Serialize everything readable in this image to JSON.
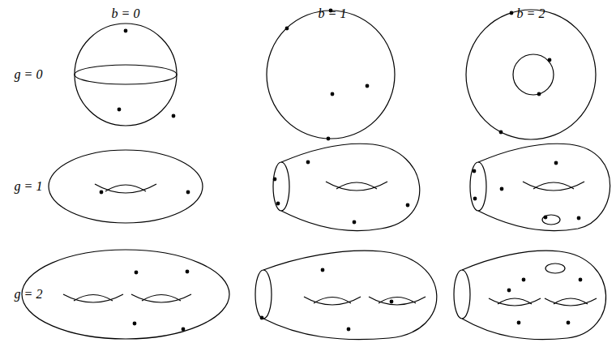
{
  "diagram": {
    "labels": [
      "b = 0",
      "b = 1",
      "b = 2",
      "g = 0",
      "g = 1",
      "g = 2"
    ]
  }
}
